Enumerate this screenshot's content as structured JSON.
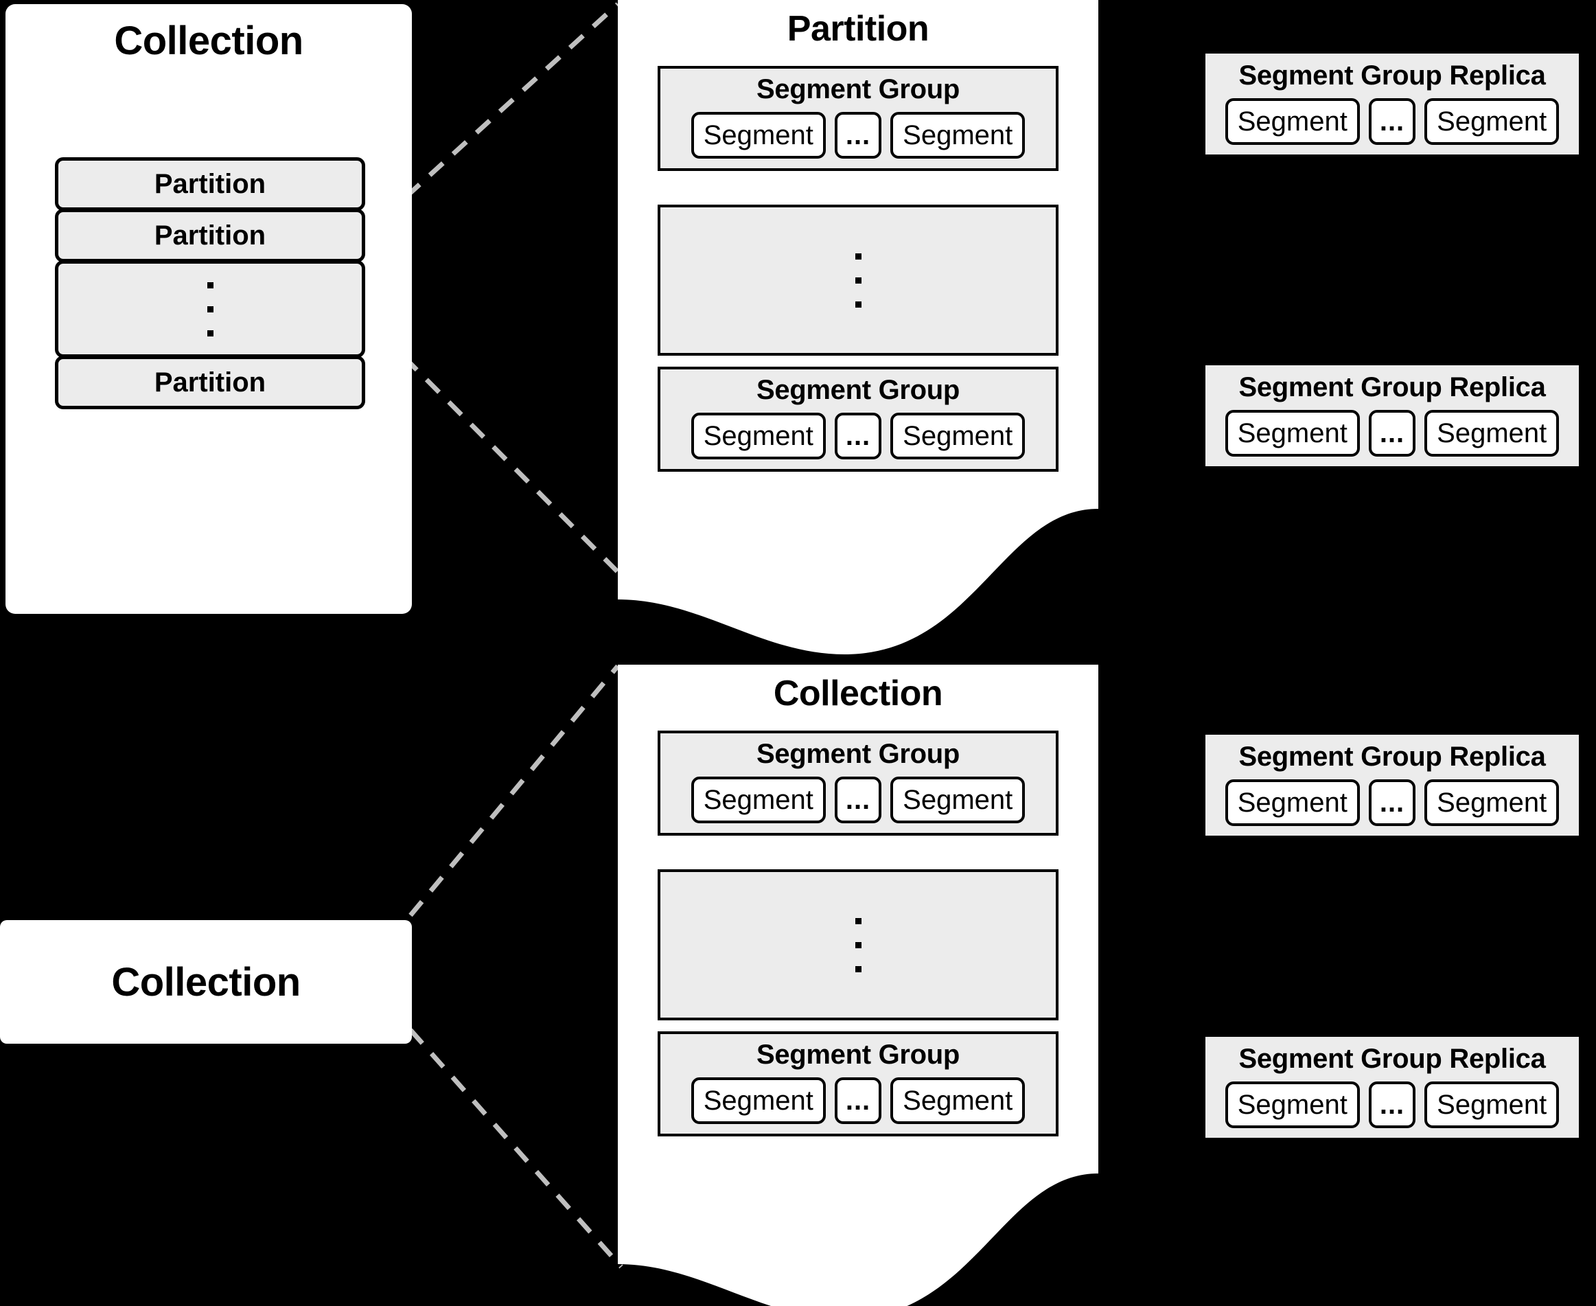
{
  "diagram": {
    "title": "Collection / Partition / Segment Group hierarchy",
    "colors": {
      "background": "#000000",
      "panel": "#ffffff",
      "group_fill": "#ececec",
      "stroke": "#000000",
      "connector": "#bfbfbf"
    }
  },
  "collection_top": {
    "title": "Collection",
    "partitions": [
      {
        "type": "label",
        "label": "Partition"
      },
      {
        "type": "label",
        "label": "Partition"
      },
      {
        "type": "ellipsis",
        "label": ""
      },
      {
        "type": "label",
        "label": "Partition"
      }
    ]
  },
  "collection_bottom": {
    "title": "Collection"
  },
  "partition_detail": {
    "title": "Partition",
    "segment_groups": [
      {
        "type": "group",
        "title": "Segment Group",
        "segments": [
          "Segment",
          "...",
          "Segment"
        ]
      },
      {
        "type": "ellipsis",
        "title": "",
        "segments": []
      },
      {
        "type": "group",
        "title": "Segment Group",
        "segments": [
          "Segment",
          "...",
          "Segment"
        ]
      }
    ]
  },
  "collection_detail": {
    "title": "Collection",
    "segment_groups": [
      {
        "type": "group",
        "title": "Segment Group",
        "segments": [
          "Segment",
          "...",
          "Segment"
        ]
      },
      {
        "type": "ellipsis",
        "title": "",
        "segments": []
      },
      {
        "type": "group",
        "title": "Segment Group",
        "segments": [
          "Segment",
          "...",
          "Segment"
        ]
      }
    ]
  },
  "replicas": [
    {
      "title": "Segment Group Replica",
      "segments": [
        "Segment",
        "...",
        "Segment"
      ]
    },
    {
      "title": "Segment Group Replica",
      "segments": [
        "Segment",
        "...",
        "Segment"
      ]
    },
    {
      "title": "Segment Group Replica",
      "segments": [
        "Segment",
        "...",
        "Segment"
      ]
    },
    {
      "title": "Segment Group Replica",
      "segments": [
        "Segment",
        "...",
        "Segment"
      ]
    }
  ]
}
